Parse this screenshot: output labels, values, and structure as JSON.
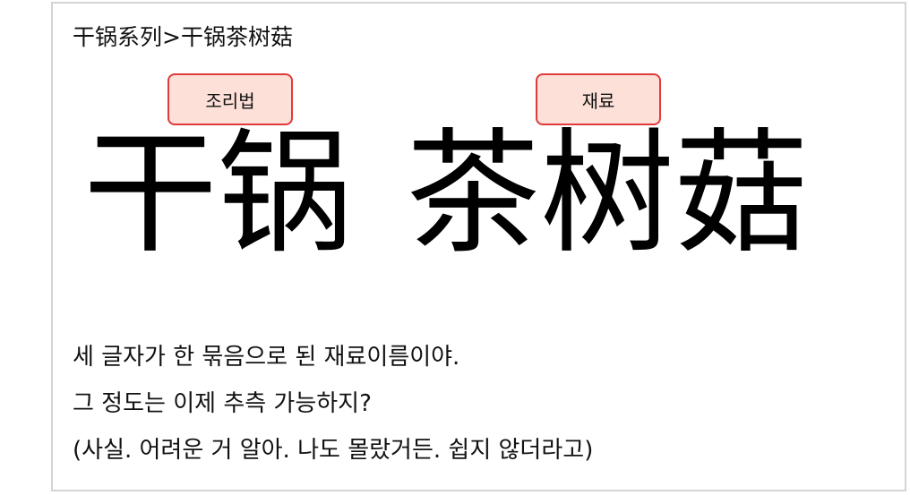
{
  "breadcrumb": "干锅系列>干锅茶树菇",
  "tags": {
    "method": "조리법",
    "ingredient": "재료"
  },
  "title": {
    "method_part": "干锅",
    "ingredient_part": "茶树菇"
  },
  "body": {
    "line1": "세 글자가 한 묶음으로 된 재료이름이야.",
    "line2": "그 정도는 이제 추측 가능하지?",
    "line3": "(사실. 어려운 거 알아. 나도 몰랐거든. 쉽지 않더라고)"
  },
  "colors": {
    "tag_border": "#e03a3a",
    "tag_fill": "#fde0d8",
    "slide_border": "#d4d4d4"
  }
}
